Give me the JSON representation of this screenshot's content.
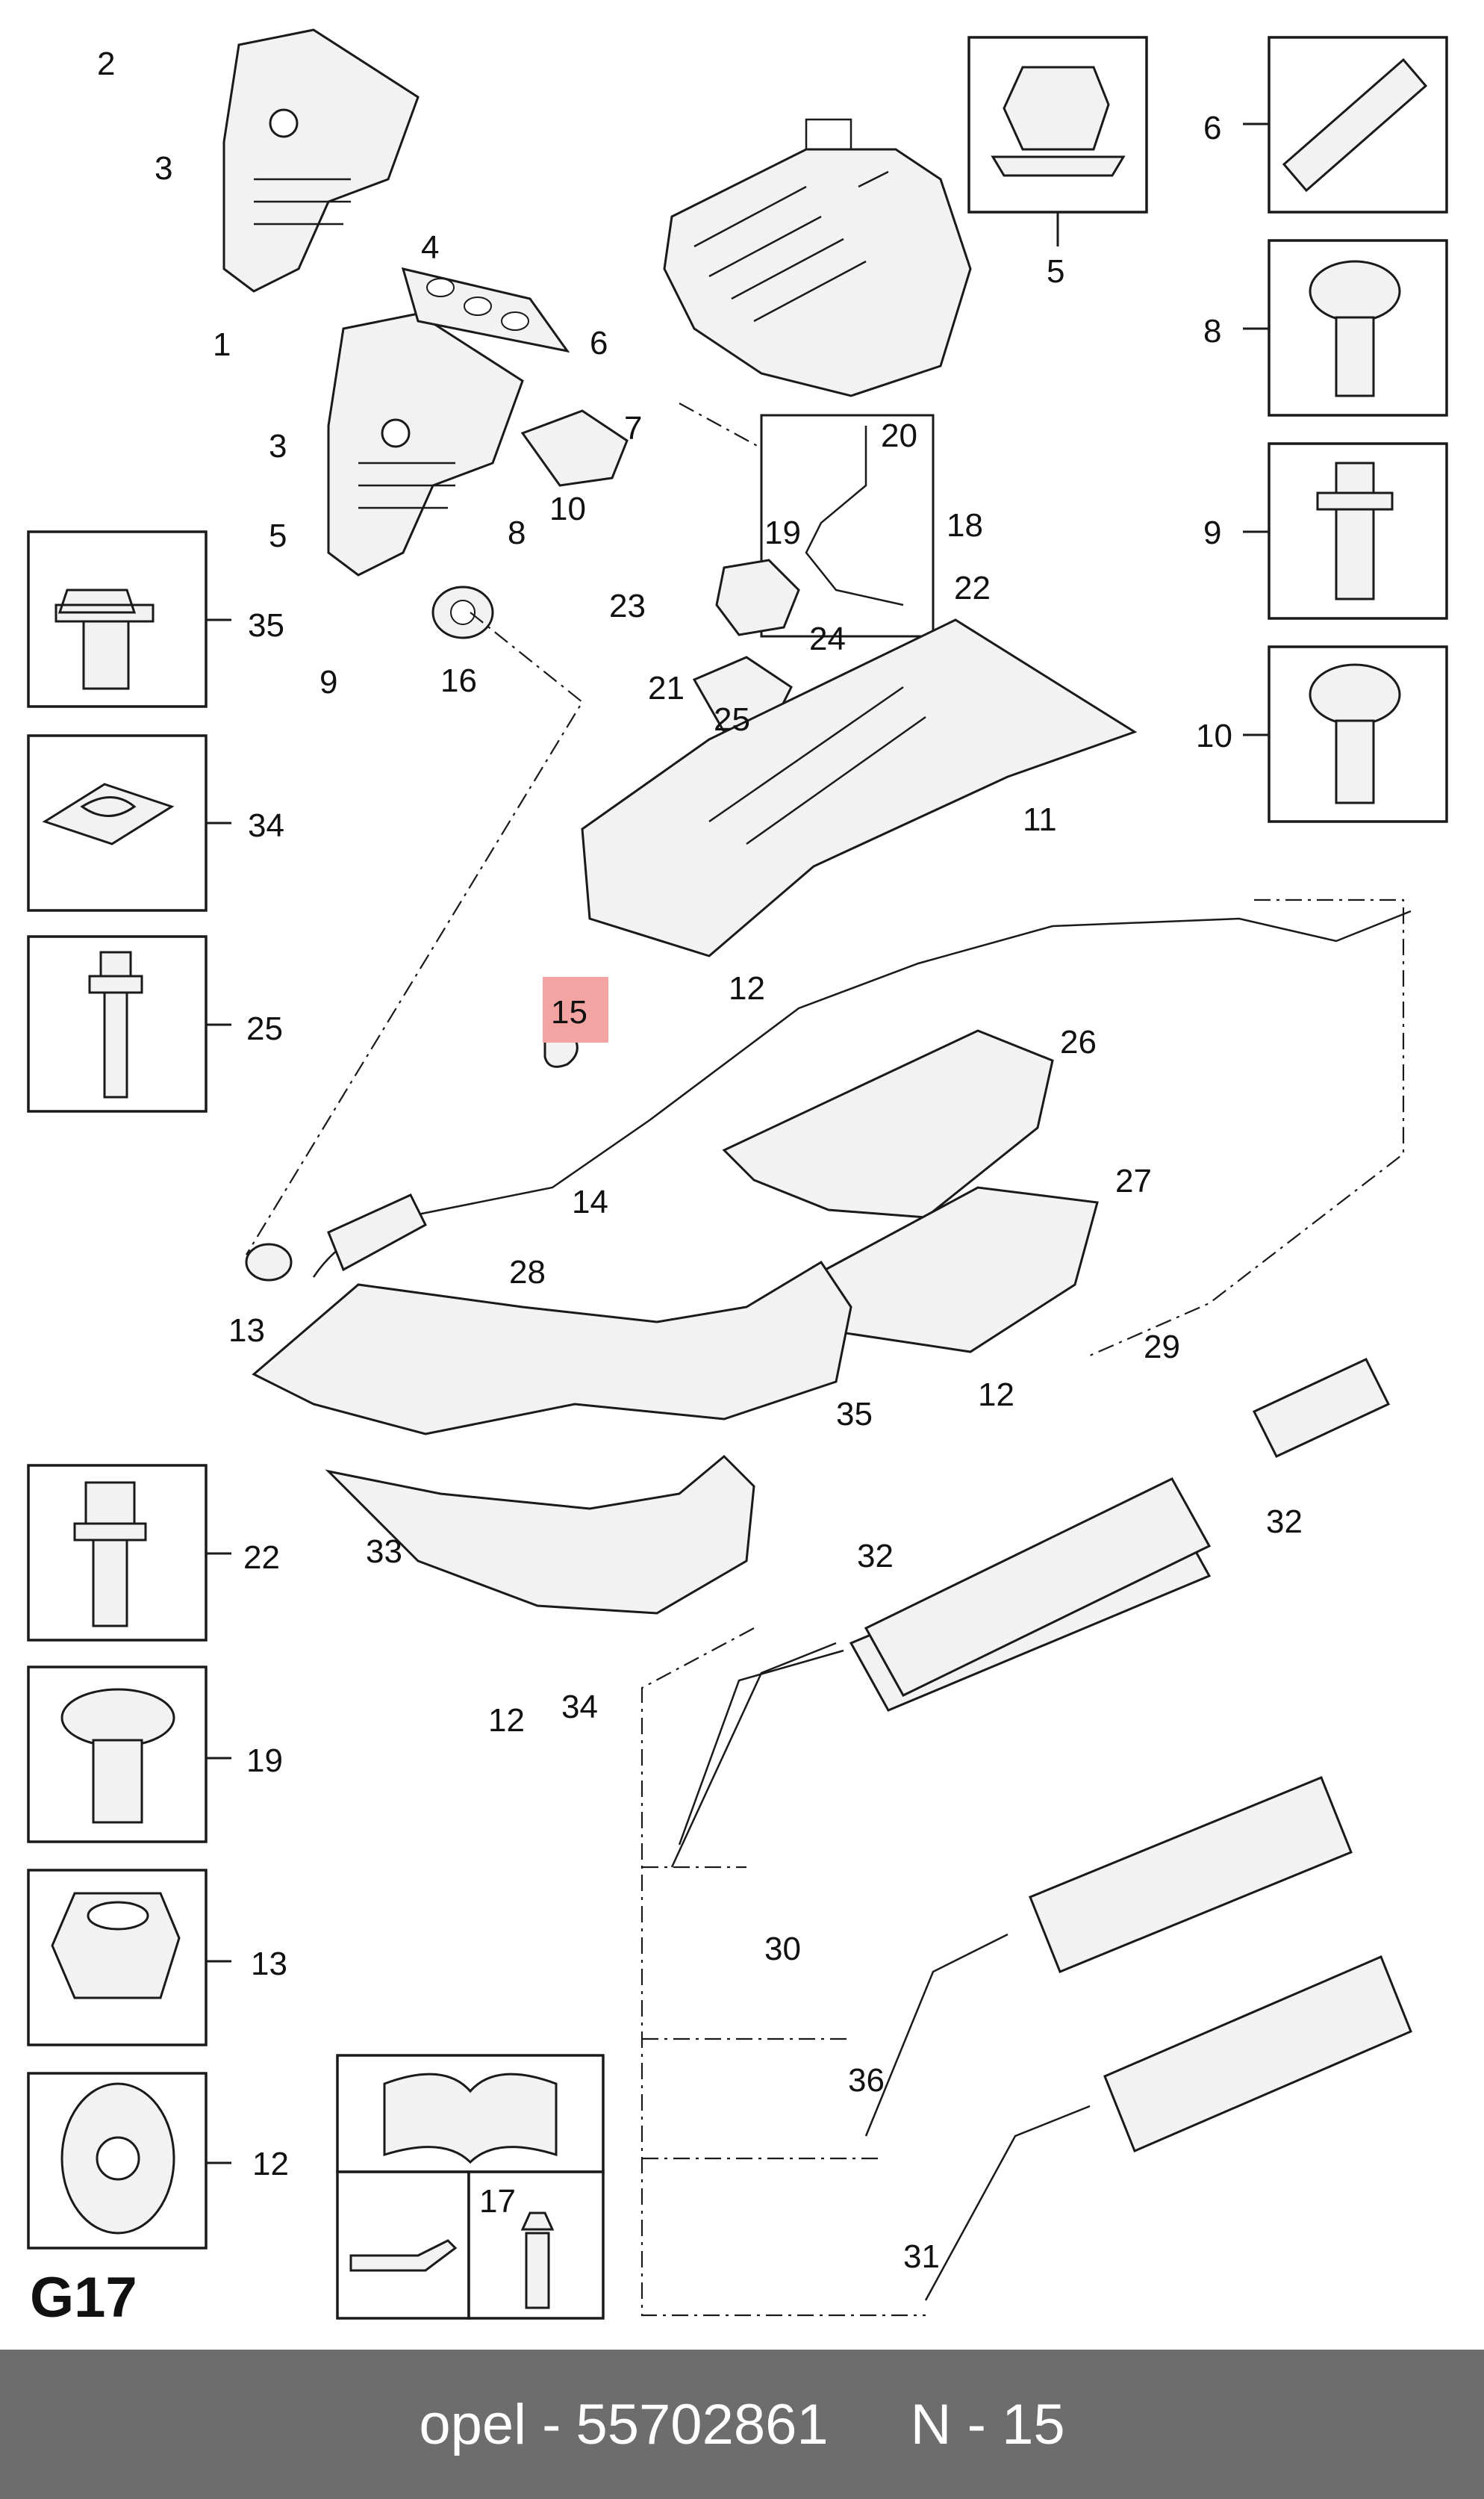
{
  "diagram": {
    "code": "G17",
    "highlighted_callout": "15",
    "highlight_color": "#f4a3a3",
    "callouts": {
      "c1": "1",
      "c2": "2",
      "c3a": "3",
      "c3b": "3",
      "c4": "4",
      "c5": "5",
      "c5box": "5",
      "c6": "6",
      "c6box": "6",
      "c7": "7",
      "c8": "8",
      "c8box": "8",
      "c9": "9",
      "c9box": "9",
      "c10": "10",
      "c10box": "10",
      "c11": "11",
      "c12a": "12",
      "c12b": "12",
      "c12c": "12",
      "c12box": "12",
      "c13": "13",
      "c13box": "13",
      "c14": "14",
      "c15": "15",
      "c16": "16",
      "c17": "17",
      "c18": "18",
      "c19": "19",
      "c19box": "19",
      "c20": "20",
      "c21": "21",
      "c22": "22",
      "c22box": "22",
      "c23": "23",
      "c24": "24",
      "c25": "25",
      "c25box": "25",
      "c26": "26",
      "c27": "27",
      "c28": "28",
      "c29": "29",
      "c30": "30",
      "c31": "31",
      "c32a": "32",
      "c32b": "32",
      "c33": "33",
      "c34": "34",
      "c34box": "34",
      "c35": "35",
      "c35box": "35",
      "c36": "36"
    }
  },
  "footer": {
    "brand": "opel -",
    "part_number": "55702861",
    "position": "N - 15"
  }
}
